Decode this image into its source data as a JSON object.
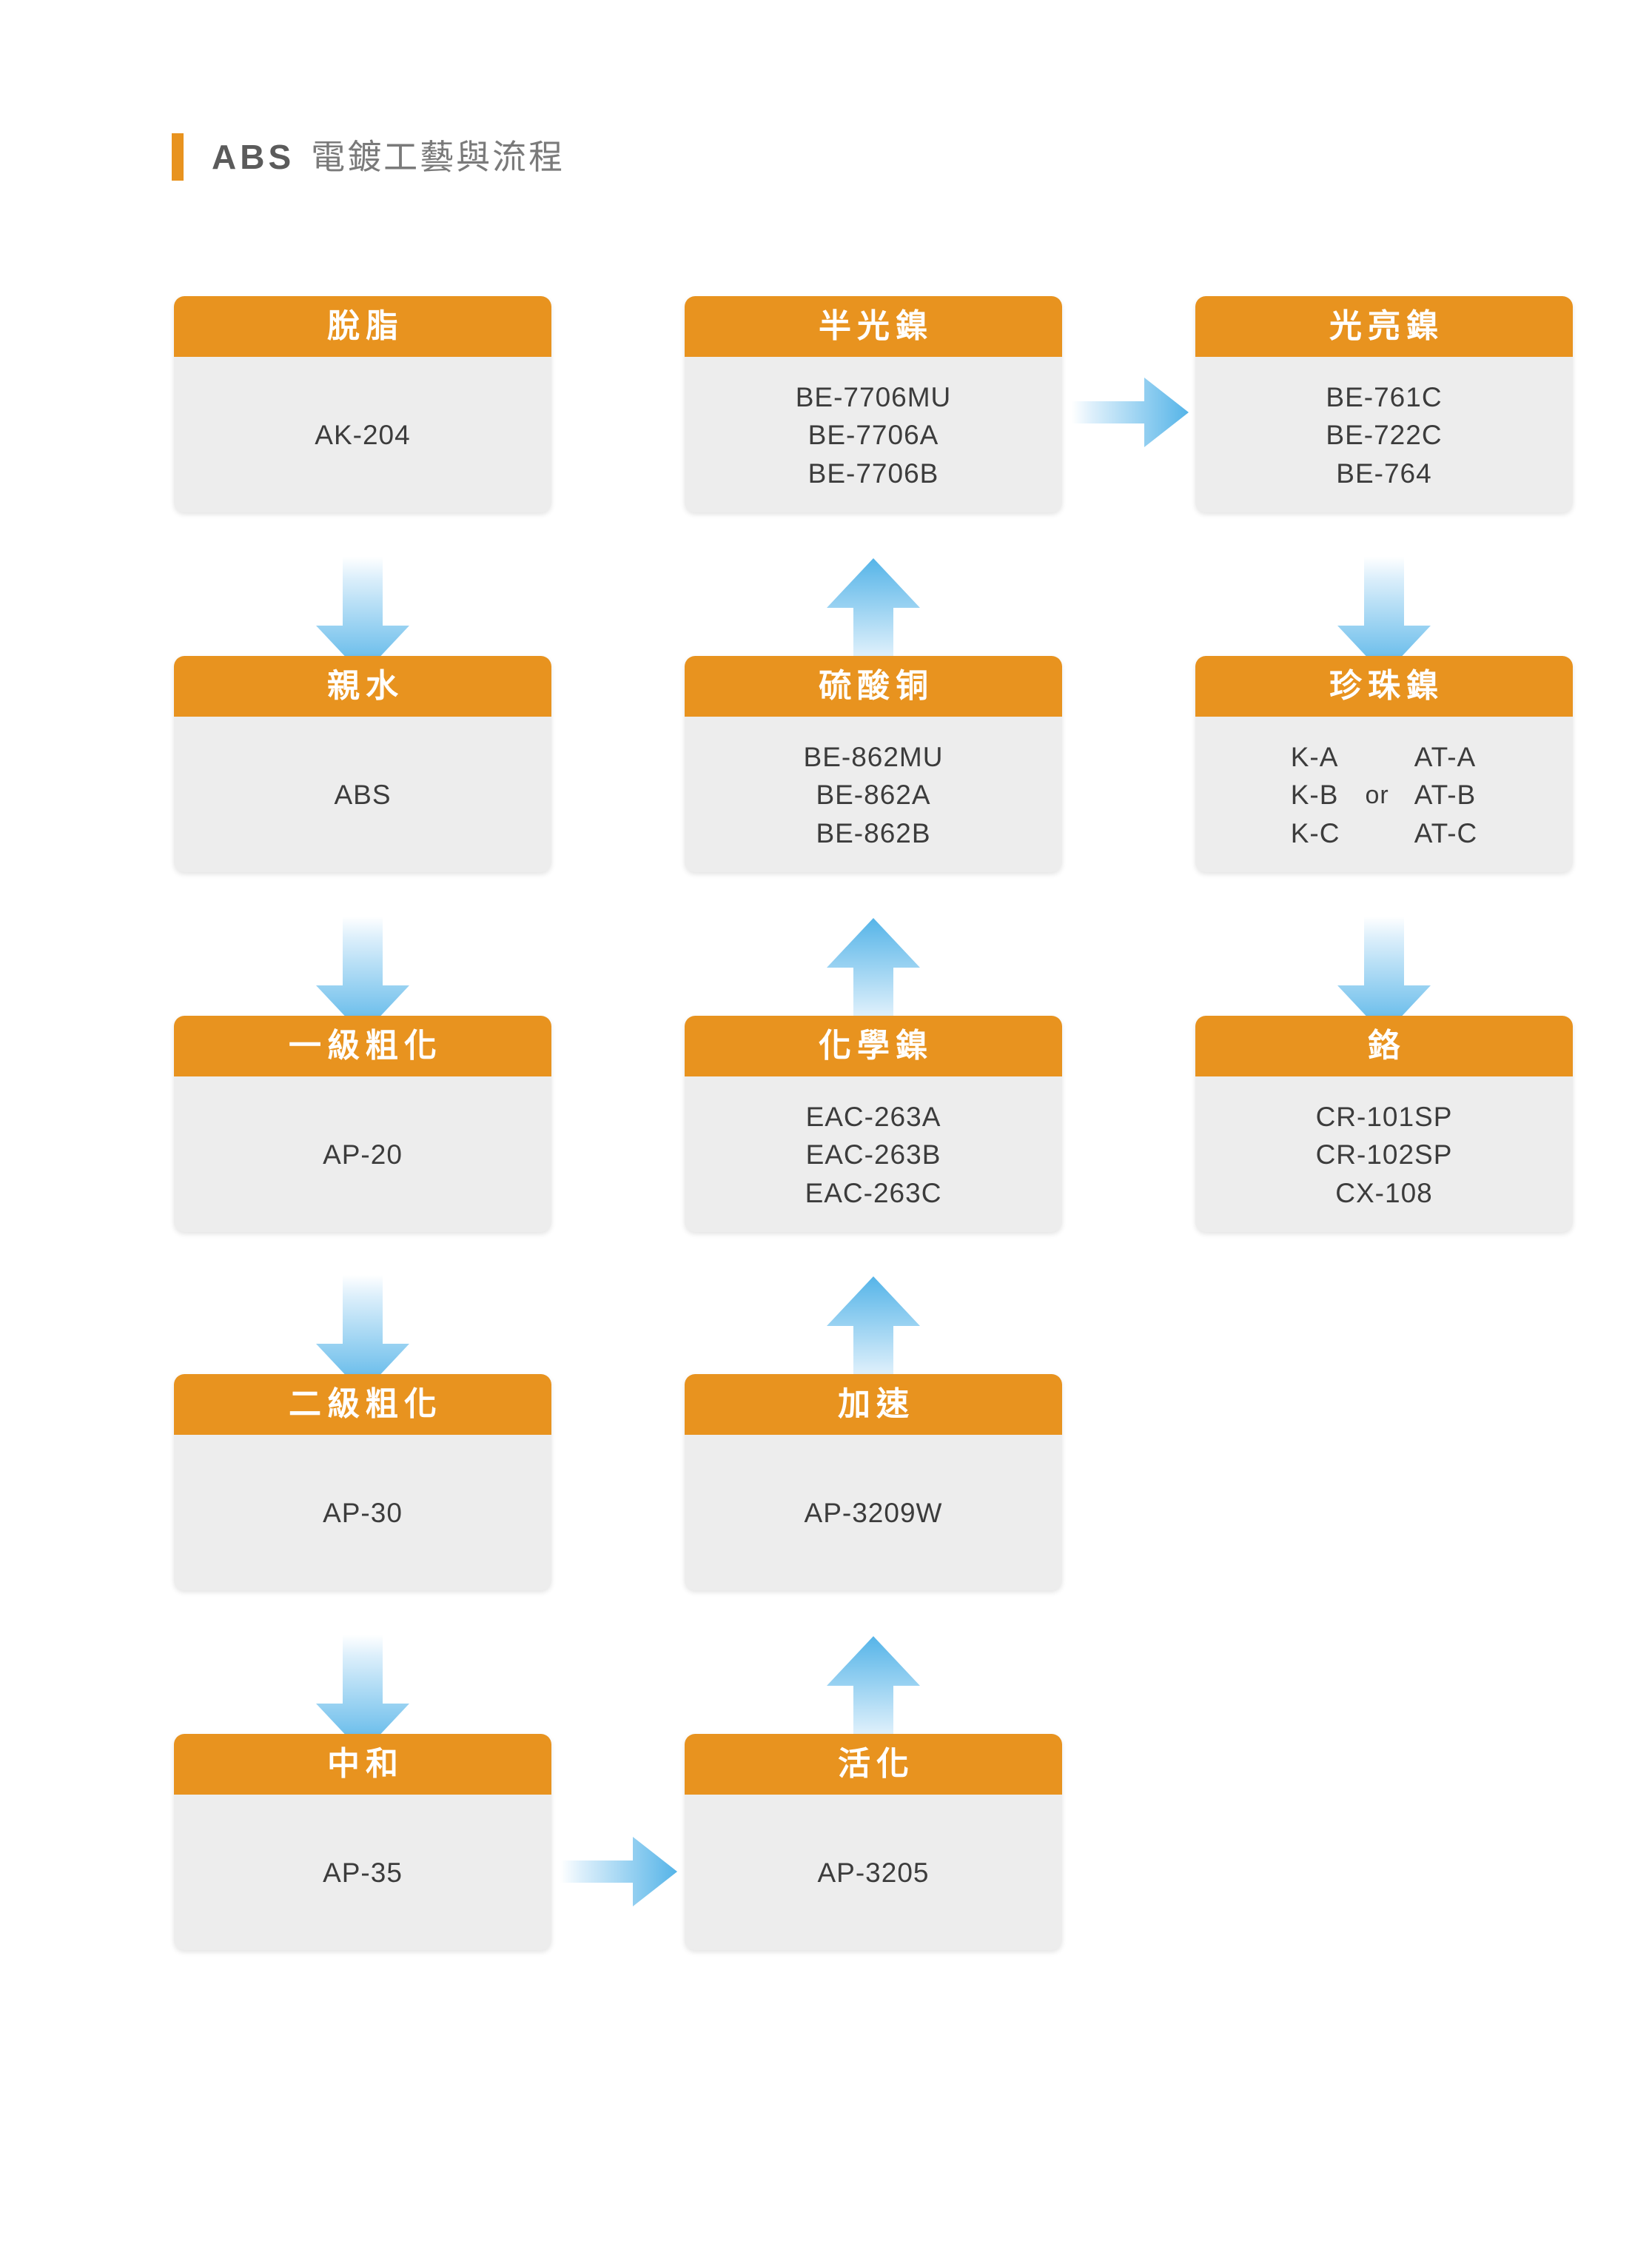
{
  "header": {
    "brand": "ABS",
    "subtitle": "電鍍工藝與流程",
    "accent_color": "#E8931F"
  },
  "palette": {
    "header_orange": "#E8931F",
    "body_gray": "#EDEDED",
    "text_dark": "#3C3C3C",
    "arrow_blue": "#55B4E8",
    "arrow_fade": "#FFFFFF",
    "title_gray": "#5B5B5B"
  },
  "flow": {
    "type": "process-flowchart",
    "columns": 3,
    "nodes": [
      {
        "id": "degrease",
        "column": 1,
        "row": 1,
        "title": "脫脂",
        "items": [
          "AK-204"
        ]
      },
      {
        "id": "hydrophilic",
        "column": 1,
        "row": 2,
        "title": "親水",
        "items": [
          "ABS"
        ]
      },
      {
        "id": "etch1",
        "column": 1,
        "row": 3,
        "title": "一級粗化",
        "items": [
          "AP-20"
        ]
      },
      {
        "id": "etch2",
        "column": 1,
        "row": 4,
        "title": "二級粗化",
        "items": [
          "AP-30"
        ]
      },
      {
        "id": "neutralize",
        "column": 1,
        "row": 5,
        "title": "中和",
        "items": [
          "AP-35"
        ]
      },
      {
        "id": "activate",
        "column": 2,
        "row": 5,
        "title": "活化",
        "items": [
          "AP-3205"
        ]
      },
      {
        "id": "accelerate",
        "column": 2,
        "row": 4,
        "title": "加速",
        "items": [
          "AP-3209W"
        ]
      },
      {
        "id": "electroless-nickel",
        "column": 2,
        "row": 3,
        "title": "化學鎳",
        "items": [
          "EAC-263A",
          "EAC-263B",
          "EAC-263C"
        ]
      },
      {
        "id": "copper-sulfate",
        "column": 2,
        "row": 2,
        "title": "硫酸铜",
        "items": [
          "BE-862MU",
          "BE-862A",
          "BE-862B"
        ]
      },
      {
        "id": "semi-bright-nickel",
        "column": 2,
        "row": 1,
        "title": "半光鎳",
        "items": [
          "BE-7706MU",
          "BE-7706A",
          "BE-7706B"
        ]
      },
      {
        "id": "bright-nickel",
        "column": 3,
        "row": 1,
        "title": "光亮鎳",
        "items": [
          "BE-761C",
          "BE-722C",
          "BE-764"
        ]
      },
      {
        "id": "pearl-nickel",
        "column": 3,
        "row": 2,
        "title": "珍珠鎳",
        "dual": {
          "left": [
            "K-A",
            "K-B",
            "K-C"
          ],
          "separator": "or",
          "right": [
            "AT-A",
            "AT-B",
            "AT-C"
          ]
        }
      },
      {
        "id": "chrome",
        "column": 3,
        "row": 3,
        "title": "鉻",
        "items": [
          "CR-101SP",
          "CR-102SP",
          "CX-108"
        ]
      }
    ],
    "connections": [
      {
        "from": "degrease",
        "to": "hydrophilic",
        "direction": "down"
      },
      {
        "from": "hydrophilic",
        "to": "etch1",
        "direction": "down"
      },
      {
        "from": "etch1",
        "to": "etch2",
        "direction": "down"
      },
      {
        "from": "etch2",
        "to": "neutralize",
        "direction": "down"
      },
      {
        "from": "neutralize",
        "to": "activate",
        "direction": "right"
      },
      {
        "from": "activate",
        "to": "accelerate",
        "direction": "up"
      },
      {
        "from": "accelerate",
        "to": "electroless-nickel",
        "direction": "up"
      },
      {
        "from": "electroless-nickel",
        "to": "copper-sulfate",
        "direction": "up"
      },
      {
        "from": "copper-sulfate",
        "to": "semi-bright-nickel",
        "direction": "up"
      },
      {
        "from": "semi-bright-nickel",
        "to": "bright-nickel",
        "direction": "right"
      },
      {
        "from": "bright-nickel",
        "to": "pearl-nickel",
        "direction": "down"
      },
      {
        "from": "pearl-nickel",
        "to": "chrome",
        "direction": "down"
      }
    ]
  }
}
